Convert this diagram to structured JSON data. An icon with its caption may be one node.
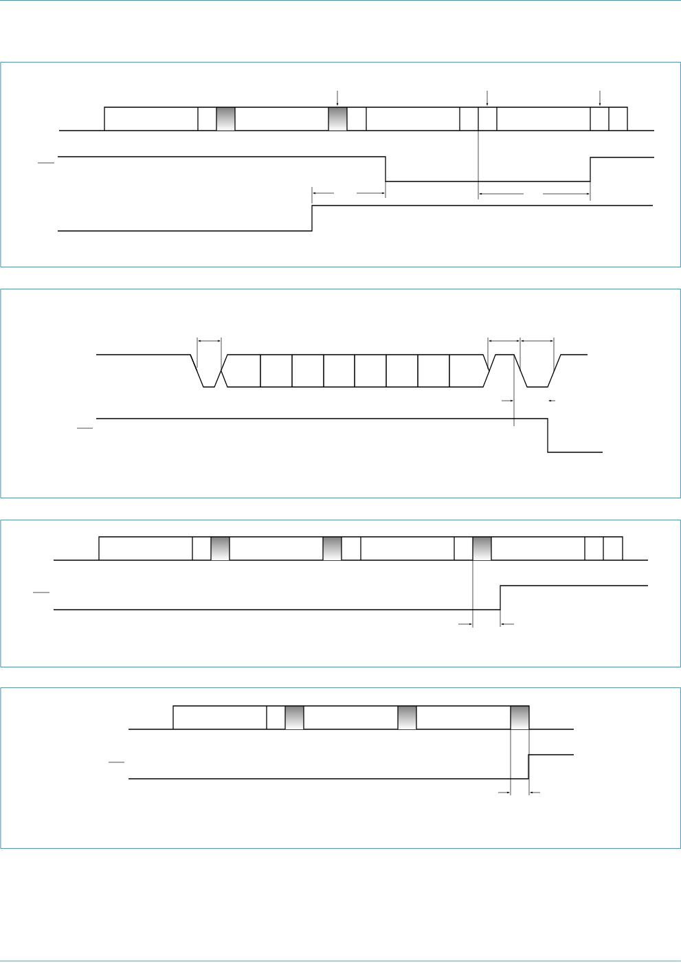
{
  "diagram": {
    "nodes": [
      {
        "text": [],
        "shape": "box"
      },
      {
        "text": [],
        "shape": "box"
      },
      {
        "text": [],
        "shape": "box"
      },
      {
        "text": [],
        "shape": "box"
      }
    ]
  }
}
